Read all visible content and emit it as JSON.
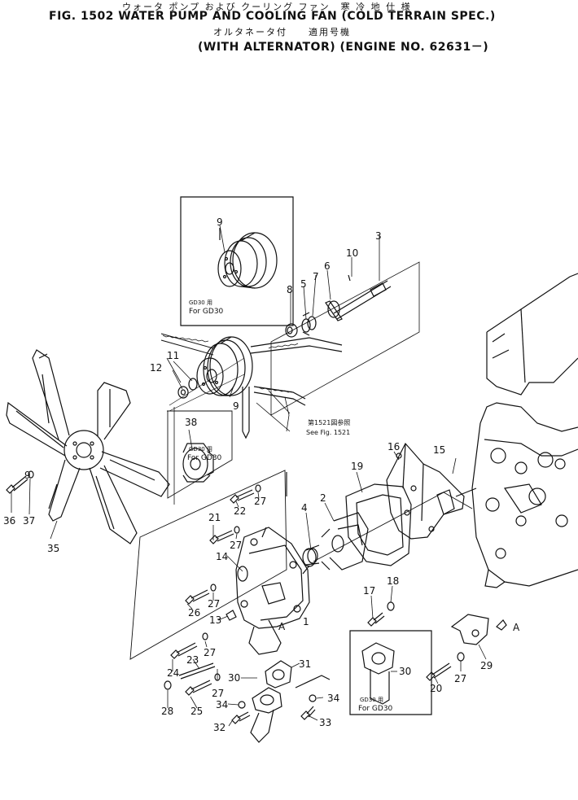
{
  "header": {
    "jp_line1": "ウォータ ポンプ および クーリング ファン　寒 冷 地 仕 様",
    "fig_title": "FIG. 1502  WATER PUMP AND COOLING FAN (COLD TERRAIN SPEC.)",
    "jp_line2": "オルタネータ付　　適用号機",
    "subtitle": "(WITH ALTERNATOR) (ENGINE NO. 62631－)"
  },
  "callouts": {
    "p1": "1",
    "p2": "2",
    "p3": "3",
    "p4": "4",
    "p5": "5",
    "p6": "6",
    "p7": "7",
    "p8": "8",
    "p9": "9",
    "p10": "10",
    "p11": "11",
    "p12": "12",
    "p13": "13",
    "p14": "14",
    "p15": "15",
    "p16": "16",
    "p17": "17",
    "p18": "18",
    "p19": "19",
    "p20": "20",
    "p21": "21",
    "p22": "22",
    "p23": "23",
    "p24": "24",
    "p25": "25",
    "p26": "26",
    "p27": "27",
    "p28": "28",
    "p29": "29",
    "p30": "30",
    "p31": "31",
    "p32": "32",
    "p33": "33",
    "p34": "34",
    "p35": "35",
    "p36": "36",
    "p37": "37",
    "p38": "38",
    "refA": "A"
  },
  "notes": {
    "gd30_jp": "GD30 用",
    "gd30_en": "For GD30",
    "fig1521_jp": "第1521図参照",
    "fig1521_en": "See Fig. 1521"
  }
}
